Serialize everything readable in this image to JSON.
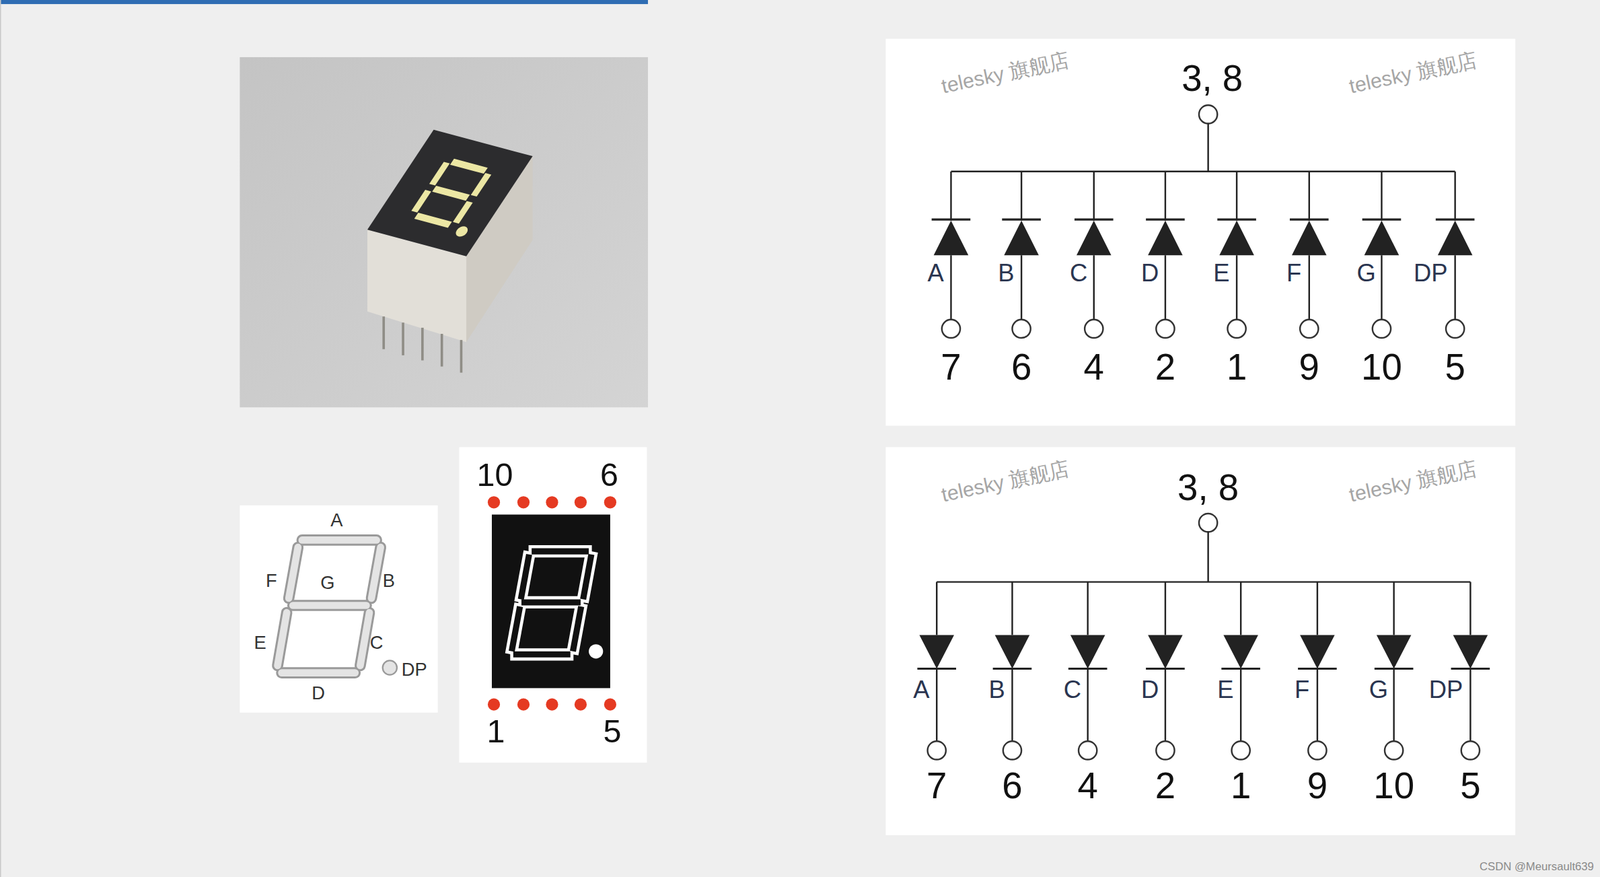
{
  "diagram": {
    "labels": [
      "3, 8",
      "A",
      "B",
      "C",
      "D",
      "E",
      "F",
      "G",
      "DP",
      "7",
      "6",
      "4",
      "2",
      "1",
      "9",
      "10",
      "5",
      "3, 8",
      "A",
      "B",
      "C",
      "D",
      "E",
      "F",
      "G",
      "DP",
      "7",
      "6",
      "4",
      "2",
      "1",
      "9",
      "10",
      "5",
      "A",
      "F",
      "G",
      "B",
      "E",
      "C",
      "DP",
      "D",
      "10",
      "6",
      "1",
      "5",
      "telesky 旗舰店",
      "telesky 旗舰店",
      "telesky 旗舰店",
      "telesky 旗舰店",
      "CSDN @Meursault639"
    ]
  }
}
